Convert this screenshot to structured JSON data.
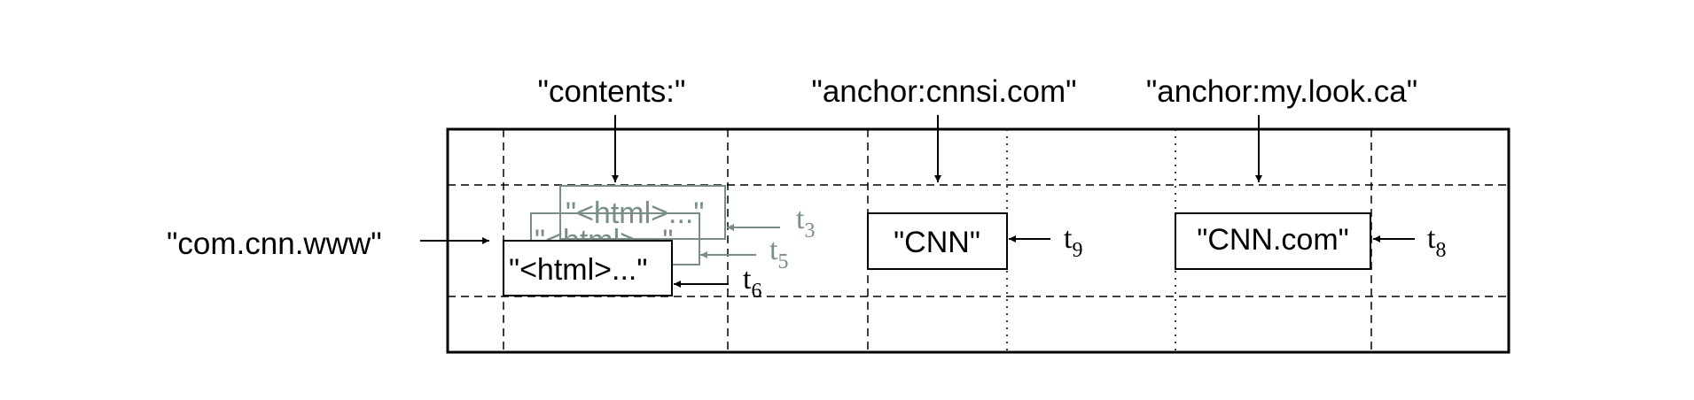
{
  "row_key": "\"com.cnn.www\"",
  "columns": {
    "contents": "\"contents:\"",
    "anchor_cnnsi": "\"anchor:cnnsi.com\"",
    "anchor_mylook": "\"anchor:my.look.ca\""
  },
  "cells": {
    "contents_v3": "\"<html>...\"",
    "contents_v5": "\"<html>...\"",
    "contents_v6": "\"<html>...\"",
    "anchor_cnnsi_value": "\"CNN\"",
    "anchor_mylook_value": "\"CNN.com\""
  },
  "timestamps": {
    "t3": {
      "base": "t",
      "sub": "3"
    },
    "t5": {
      "base": "t",
      "sub": "5"
    },
    "t6": {
      "base": "t",
      "sub": "6"
    },
    "t9": {
      "base": "t",
      "sub": "9"
    },
    "t8": {
      "base": "t",
      "sub": "8"
    }
  },
  "colors": {
    "older_version": "#7a8e88",
    "current": "#000000"
  }
}
